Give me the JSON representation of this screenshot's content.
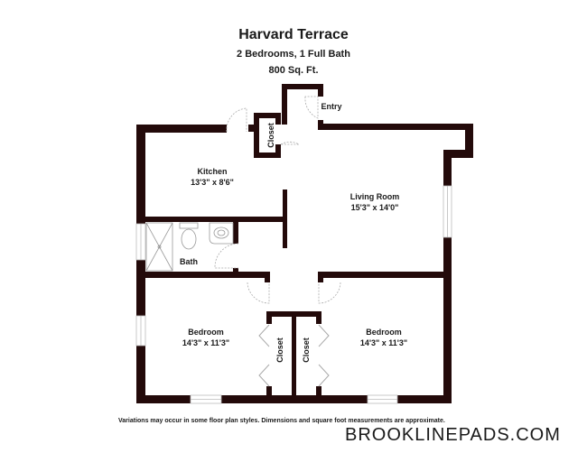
{
  "header": {
    "title": "Harvard Terrace",
    "subtitle": "2 Bedrooms, 1 Full Bath",
    "area": "800 Sq. Ft."
  },
  "colors": {
    "wall": "#230a0a",
    "door_swing": "#aaaaaa",
    "window": "#ffffff",
    "background": "#ffffff"
  },
  "rooms": [
    {
      "id": "kitchen",
      "name": "Kitchen",
      "dimensions": "13'3\" x 8'6\""
    },
    {
      "id": "living-room",
      "name": "Living Room",
      "dimensions": "15'3\" x 14'0\""
    },
    {
      "id": "bath",
      "name": "Bath",
      "dimensions": ""
    },
    {
      "id": "bedroom-left",
      "name": "Bedroom",
      "dimensions": "14'3\" x 11'3\""
    },
    {
      "id": "bedroom-right",
      "name": "Bedroom",
      "dimensions": "14'3\" x 11'3\""
    },
    {
      "id": "entry",
      "name": "Entry",
      "dimensions": ""
    },
    {
      "id": "closet-entry",
      "name": "Closet",
      "dimensions": ""
    },
    {
      "id": "closet-left",
      "name": "Closet",
      "dimensions": ""
    },
    {
      "id": "closet-right",
      "name": "Closet",
      "dimensions": ""
    }
  ],
  "footer": {
    "disclaimer": "Variations may occur in some floor plan styles. Dimensions and square foot measurements are approximate.",
    "brand": "BROOKLINEPADS.COM"
  }
}
